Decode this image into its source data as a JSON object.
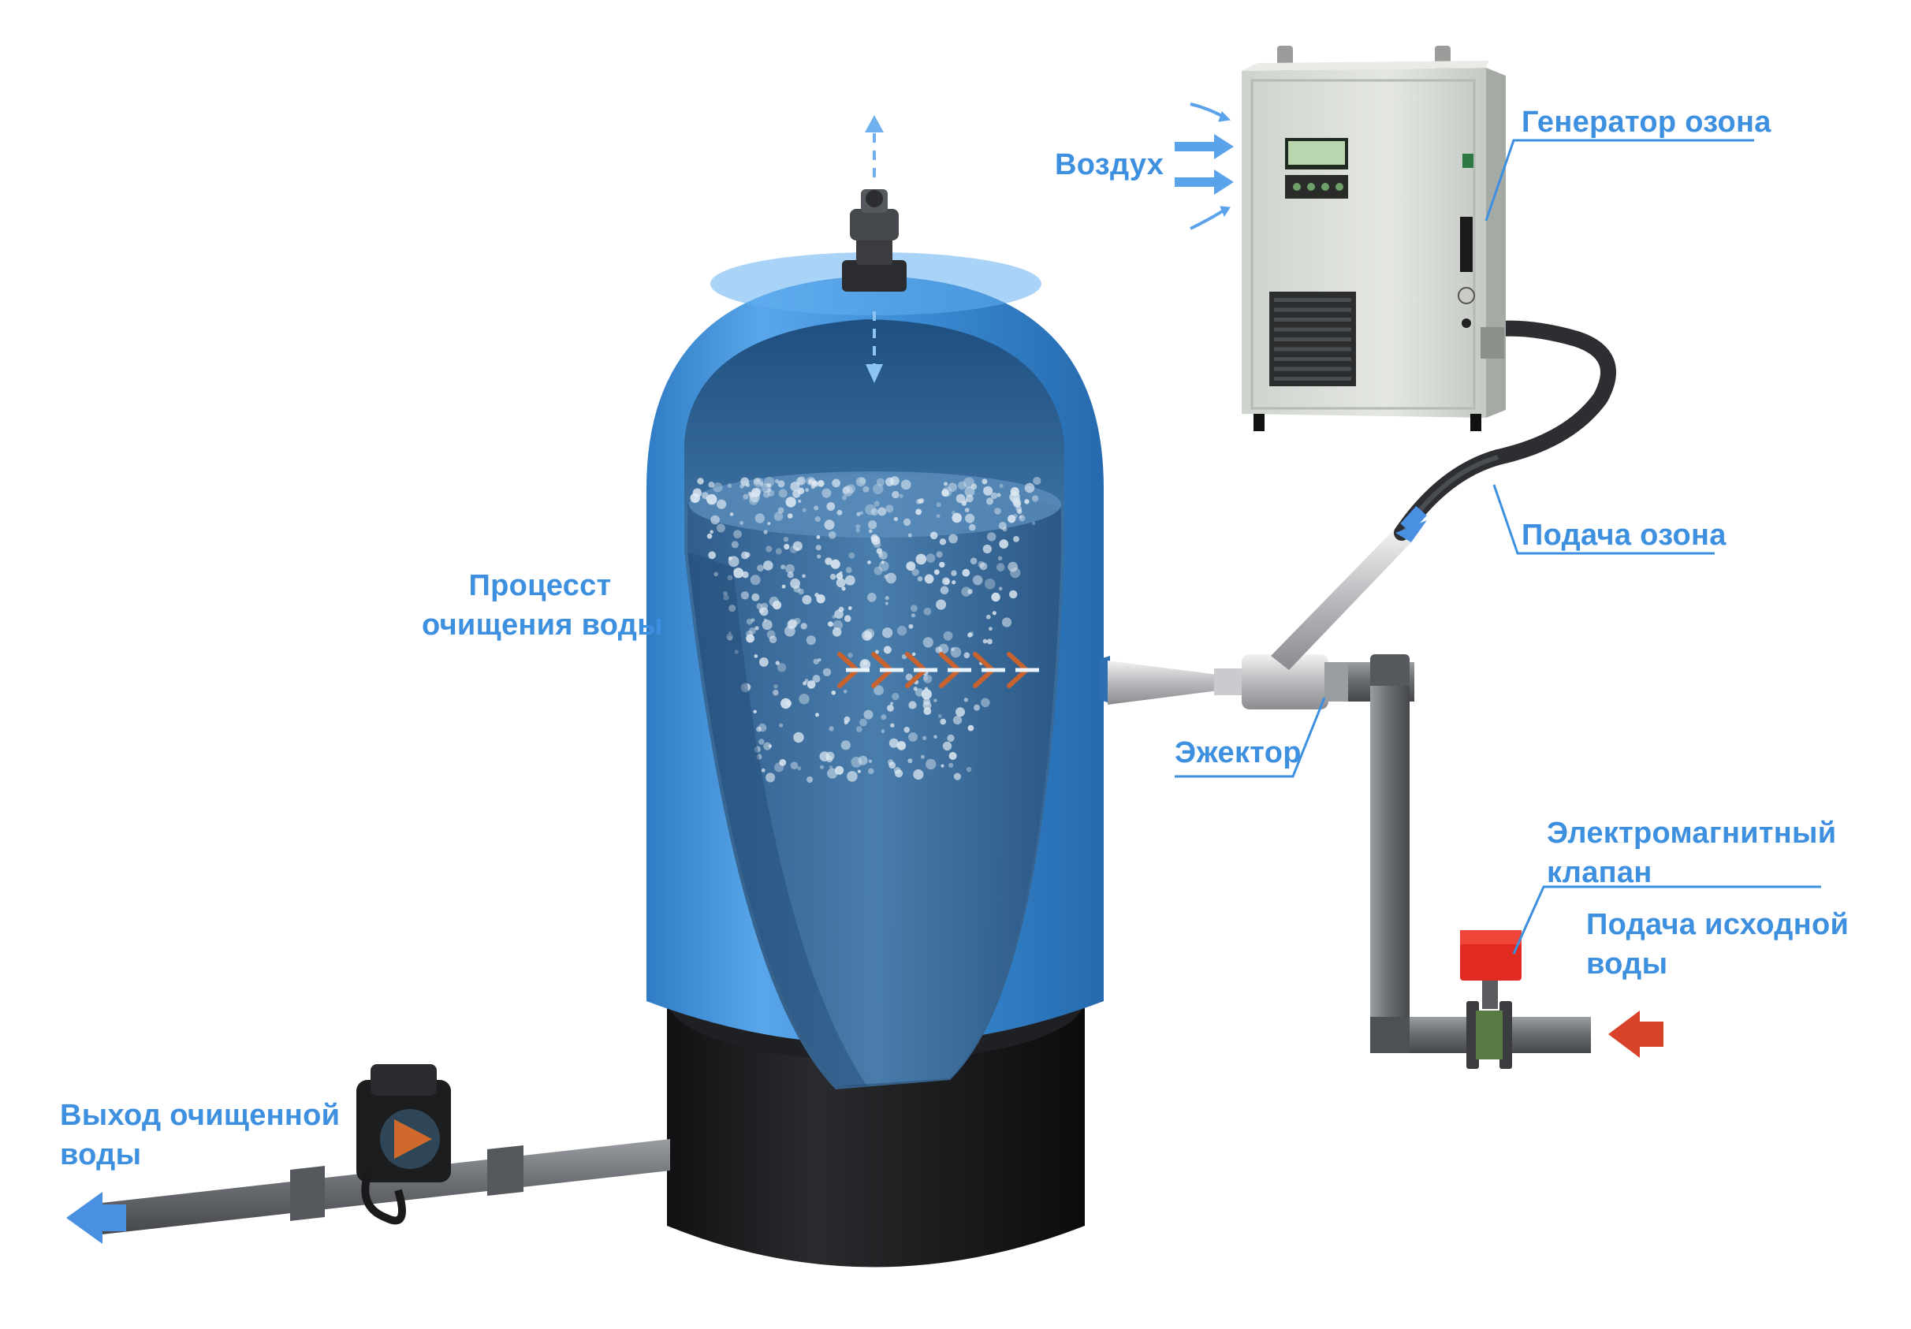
{
  "labels": {
    "air": "Воздух",
    "ozone_generator": "Генератор озона",
    "ozone_supply": "Подача озона",
    "process": [
      "Процесст",
      "очищения воды"
    ],
    "ejector": "Эжектор",
    "solenoid_valve": [
      "Электромагнитный",
      "клапан"
    ],
    "raw_water_inlet": [
      "Подача исходной",
      "воды"
    ],
    "treated_water_outlet": [
      "Выход очищенной",
      "воды"
    ]
  },
  "colors": {
    "label_text": "#3d8fe0",
    "leader_line": "#3d8fe0",
    "tank_blue": "#3f8fd6",
    "tank_base": "#1c1c1e",
    "water": "#3b6e9e",
    "pipe_gray": "#6b6e73",
    "generator_body": "#d9ddd8",
    "valve_red": "#e02a22",
    "inlet_arrow": "#d8412a",
    "outlet_arrow": "#4a90e2",
    "swirl_orange": "#c8622e"
  },
  "icons": {
    "air_arrows": "arrow-right-icon",
    "inlet_arrow": "arrow-left-icon",
    "outlet_arrow": "arrow-left-icon",
    "vent_arrow": "arrow-up-icon",
    "ozone_flow_arrow": "arrow-down-icon"
  }
}
